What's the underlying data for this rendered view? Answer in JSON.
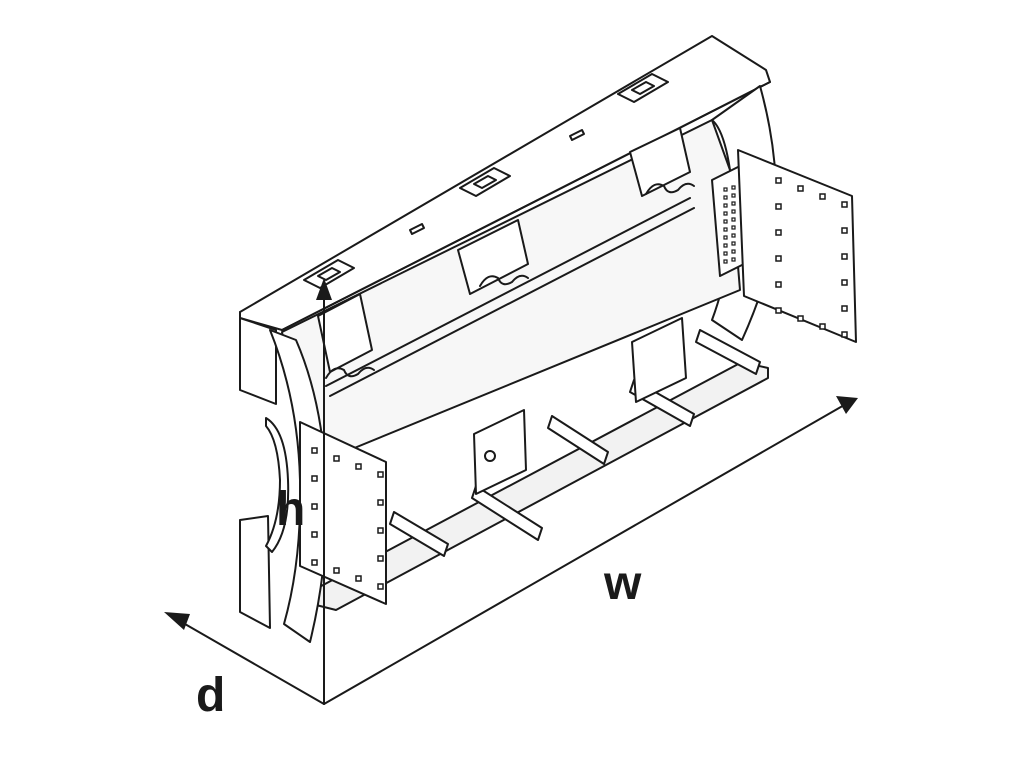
{
  "labels": {
    "height": "h",
    "width": "w",
    "depth": "d"
  },
  "colors": {
    "stroke": "#1a1a1a",
    "face": "#ffffff",
    "shade": "#f2f2f2"
  }
}
